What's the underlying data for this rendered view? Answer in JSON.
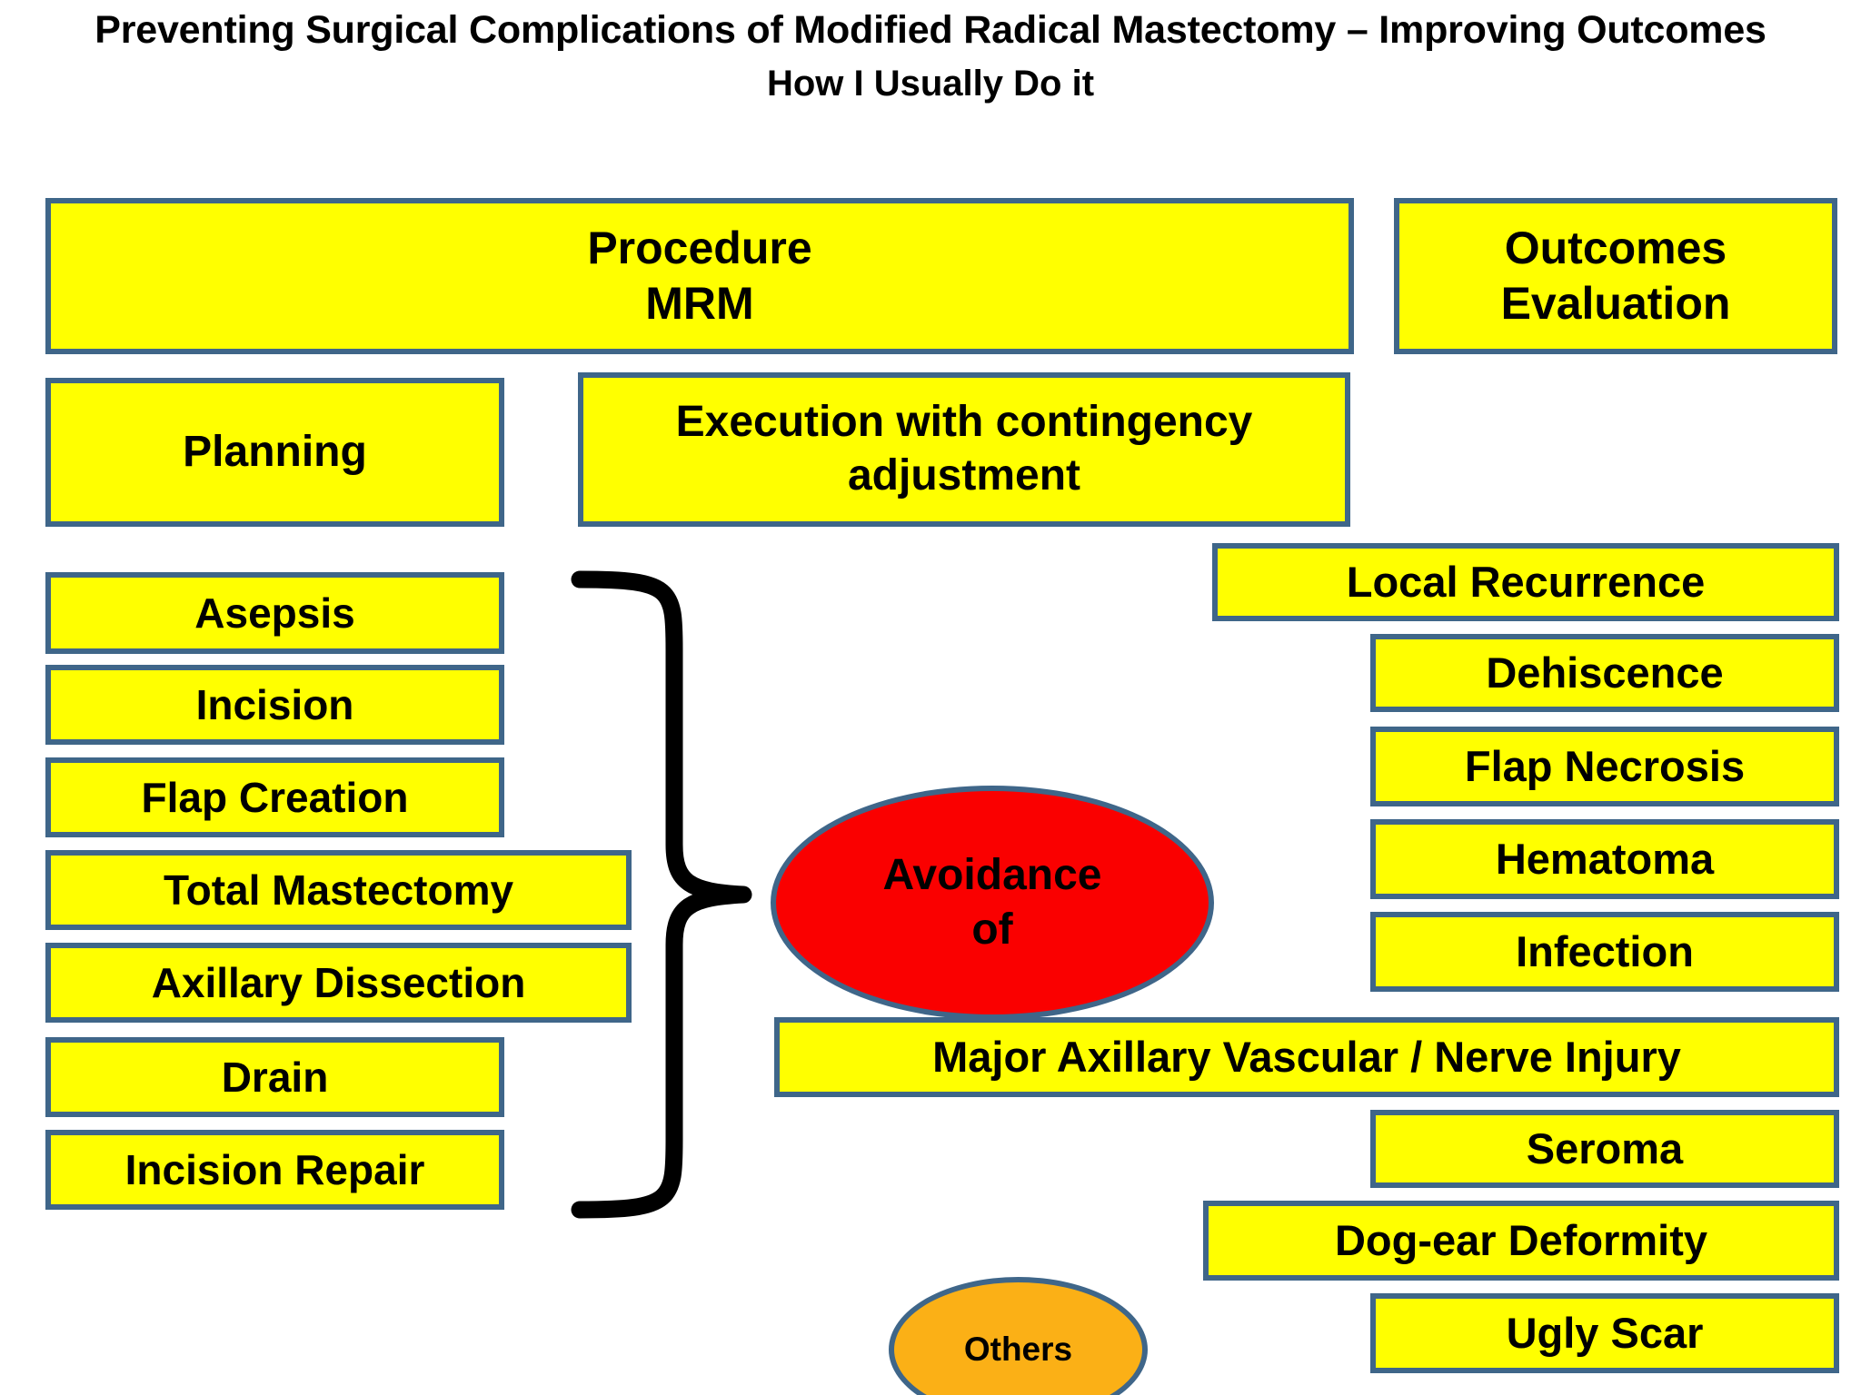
{
  "title": {
    "line1": "Preventing Surgical Complications of Modified Radical Mastectomy – Improving Outcomes",
    "line2": "How I Usually Do it"
  },
  "colors": {
    "box_fill": "#FFFF00",
    "box_border": "#3F6689",
    "center_ellipse_fill": "#FA0000",
    "others_ellipse_fill": "#FBB016",
    "text": "#000000",
    "background": "#FFFFFF",
    "brace": "#000000"
  },
  "headers": {
    "procedure": "Procedure\nMRM",
    "procedure_line1": "Procedure",
    "procedure_line2": "MRM",
    "outcomes_line1": "Outcomes",
    "outcomes_line2": "Evaluation"
  },
  "phases": {
    "planning": "Planning",
    "execution_line1": "Execution with contingency",
    "execution_line2": "adjustment"
  },
  "procedure_steps": [
    {
      "label": "Asepsis"
    },
    {
      "label": "Incision"
    },
    {
      "label": "Flap Creation"
    },
    {
      "label": "Total Mastectomy"
    },
    {
      "label": "Axillary Dissection"
    },
    {
      "label": "Drain"
    },
    {
      "label": "Incision Repair"
    }
  ],
  "center": {
    "line1": "Avoidance",
    "line2": "of"
  },
  "others": {
    "label": "Others"
  },
  "complications": [
    {
      "label": "Local Recurrence"
    },
    {
      "label": "Dehiscence"
    },
    {
      "label": "Flap Necrosis"
    },
    {
      "label": "Hematoma"
    },
    {
      "label": "Infection"
    },
    {
      "label": "Major Axillary Vascular / Nerve Injury"
    },
    {
      "label": "Seroma"
    },
    {
      "label": "Dog-ear Deformity"
    },
    {
      "label": "Ugly Scar"
    }
  ]
}
